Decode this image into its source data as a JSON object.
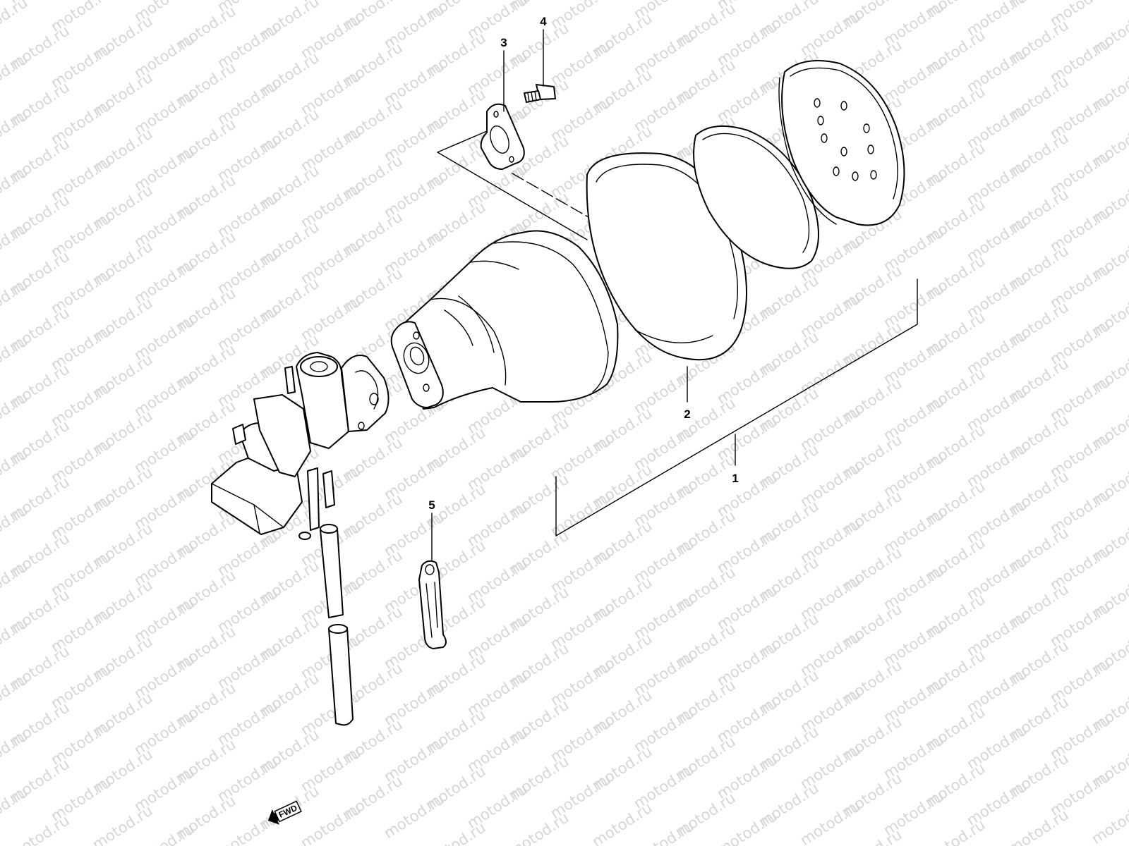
{
  "watermark": "motod.ru",
  "callouts": [
    {
      "id": "1",
      "label": "1"
    },
    {
      "id": "2",
      "label": "2"
    },
    {
      "id": "3",
      "label": "3"
    },
    {
      "id": "4",
      "label": "4"
    },
    {
      "id": "5",
      "label": "5"
    }
  ],
  "fwd_label": "FWD"
}
